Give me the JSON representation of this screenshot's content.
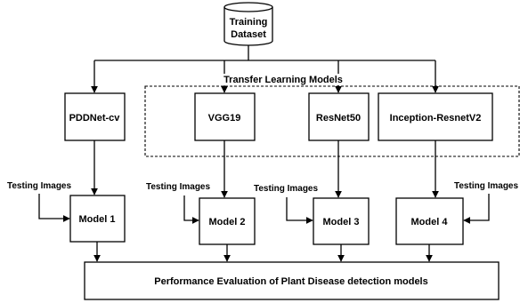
{
  "dataset": {
    "line1": "Training",
    "line2": "Dataset"
  },
  "transfer_group_label": "Transfer Learning Models",
  "architectures": [
    "PDDNet-cv",
    "VGG19",
    "ResNet50",
    "Inception-ResnetV2"
  ],
  "models": [
    "Model 1",
    "Model 2",
    "Model 3",
    "Model 4"
  ],
  "testing_labels": [
    "Testing Images",
    "Testing Images",
    "Testing Images",
    "Testing Images"
  ],
  "evaluation_label": "Performance Evaluation of Plant Disease detection models"
}
